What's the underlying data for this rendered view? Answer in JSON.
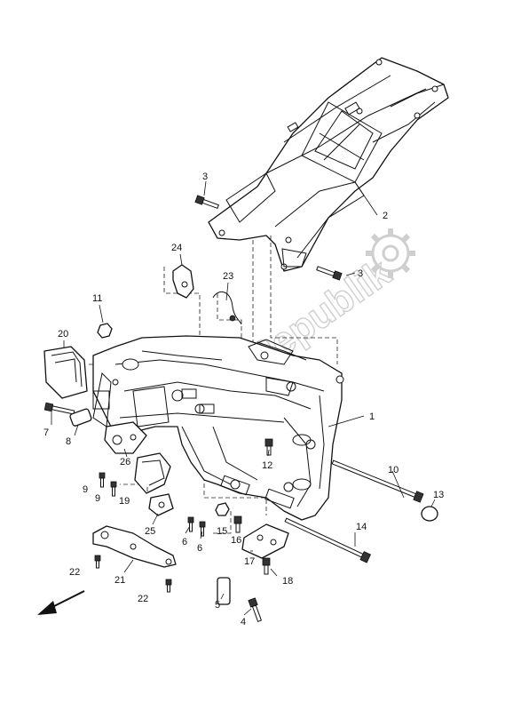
{
  "watermark": "PartsRepublik",
  "labels": [
    "1",
    "2",
    "3",
    "3",
    "4",
    "5",
    "6",
    "6",
    "7",
    "8",
    "9",
    "9",
    "10",
    "11",
    "12",
    "13",
    "14",
    "15",
    "16",
    "17",
    "18",
    "19",
    "20",
    "21",
    "22",
    "22",
    "23",
    "24",
    "25",
    "26"
  ],
  "colors": {
    "line": "#111111",
    "background": "#ffffff",
    "watermark": "#cfcfcf"
  },
  "icons": [
    "gear-logo-icon",
    "direction-arrow-icon"
  ]
}
